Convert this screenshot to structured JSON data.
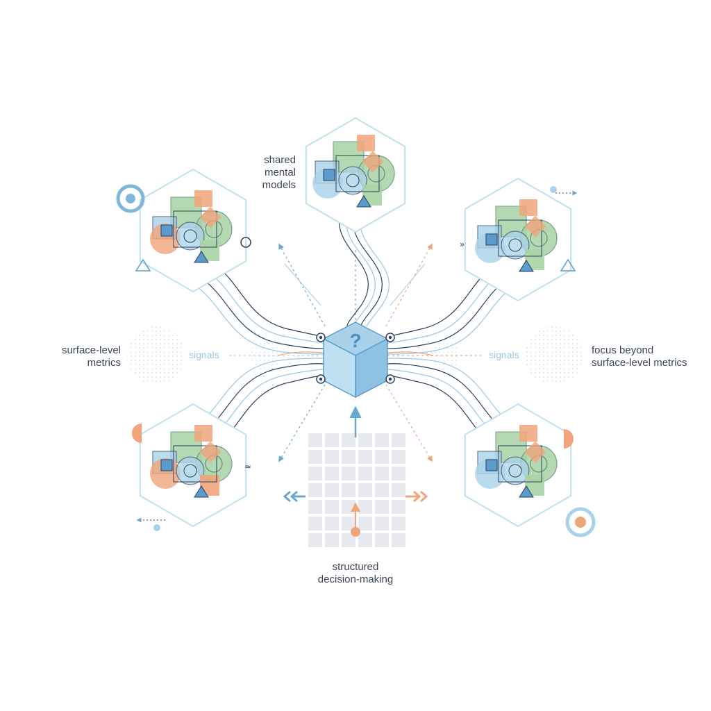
{
  "labels": {
    "shared_mental_models": [
      "shared",
      "mental",
      "models"
    ],
    "surface_level_metrics": [
      "surface-level",
      "metrics"
    ],
    "signals_left": "signals",
    "signals_right": "signals",
    "focus_beyond": [
      "focus beyond",
      "surface-level metrics"
    ],
    "structured_decision_making": [
      "structured",
      "decision-making"
    ],
    "cube_glyph": "?"
  },
  "colors": {
    "hex_stroke": "#bfe1ee",
    "blue": "#5b9ccc",
    "light_blue": "#a9d2ea",
    "green": "#a8d3a5",
    "green_stroke": "#5d8e72",
    "orange": "#f0a47a",
    "navy": "#2b3f5c",
    "grid": "#e7e9ee",
    "text": "#3a4656"
  },
  "icons": [
    "question-cube-icon",
    "hexagon-cluster-icon",
    "target-ring-icon",
    "triangle-icon",
    "arrow-icon"
  ]
}
